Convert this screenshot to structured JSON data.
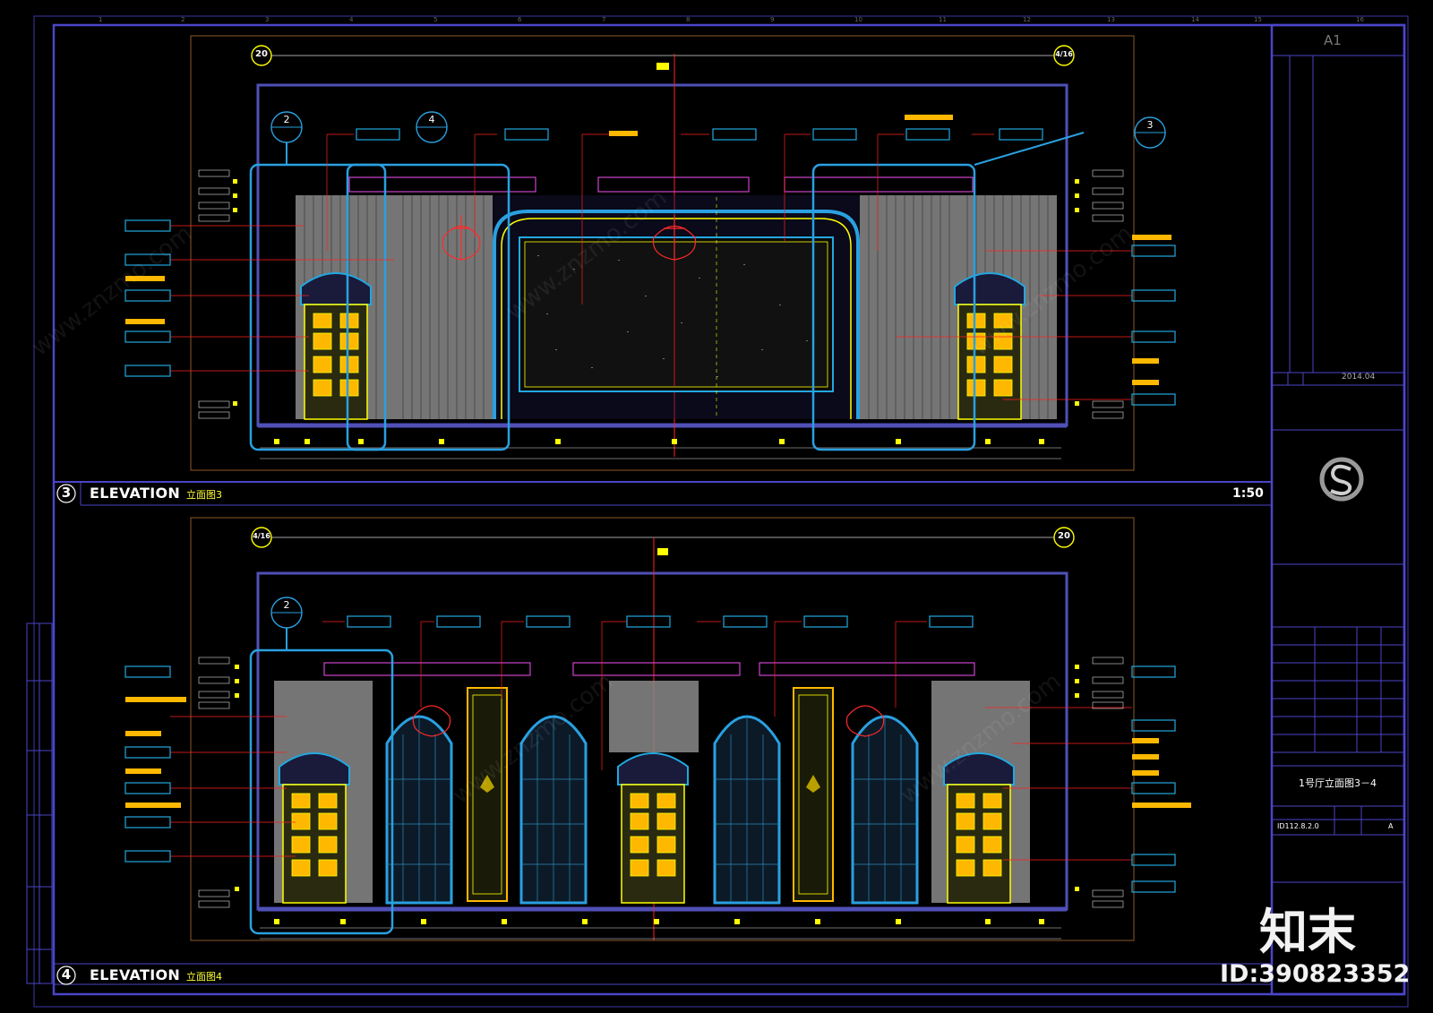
{
  "sheet": {
    "size_code": "A1",
    "scale": "1:50",
    "date": "2014.04",
    "drawing_number": "ID112.8.2.0",
    "revision": "A",
    "sheet_title": "1号厅立面图3－4"
  },
  "elevation_3": {
    "number": "3",
    "title": "ELEVATION",
    "title_cn": "立面图3"
  },
  "elevation_4": {
    "number": "4",
    "title": "ELEVATION",
    "title_cn": "立面图4"
  },
  "grid_bubbles": {
    "e3_left": "20",
    "e3_right": "4/16",
    "e4_left": "4/16",
    "e4_right": "20"
  },
  "detail_refs": {
    "e3_a": "2",
    "e3_b": "4",
    "e3_c": "3",
    "e4_a": "2"
  },
  "top_ruler": [
    "1",
    "2",
    "3",
    "4",
    "5",
    "6",
    "7",
    "8",
    "9",
    "10",
    "11",
    "12",
    "13",
    "14",
    "15",
    "16"
  ],
  "watermark": {
    "brand": "知末",
    "id": "ID:390823352",
    "site": "www.znzmo.com"
  },
  "colors": {
    "frame": "#4b45c8",
    "wall": "#4a4aa8",
    "cyan": "#22a8e0",
    "yellow": "#ffff00",
    "orange": "#ffb800",
    "red": "#ff2020",
    "gray_panel": "#8a8a8a"
  }
}
